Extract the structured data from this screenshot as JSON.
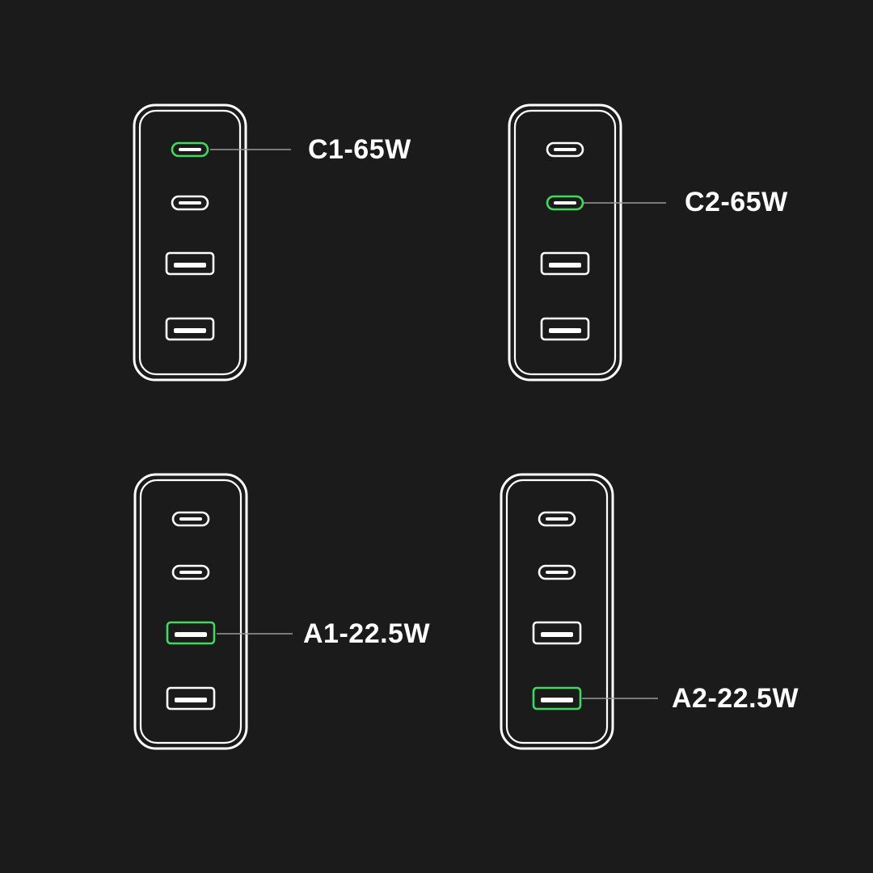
{
  "colors": {
    "background": "#1b1b1b",
    "outline": "#ffffff",
    "active": "#3ddc5a",
    "leader_line": "#9a9a9a"
  },
  "port_types": [
    "usb-c",
    "usb-c",
    "usb-a",
    "usb-a"
  ],
  "chargers": [
    {
      "name": "charger-c1",
      "active_port": 0,
      "label": "C1-65W"
    },
    {
      "name": "charger-c2",
      "active_port": 1,
      "label": "C2-65W"
    },
    {
      "name": "charger-a1",
      "active_port": 2,
      "label": "A1-22.5W"
    },
    {
      "name": "charger-a2",
      "active_port": 3,
      "label": "A2-22.5W"
    }
  ]
}
